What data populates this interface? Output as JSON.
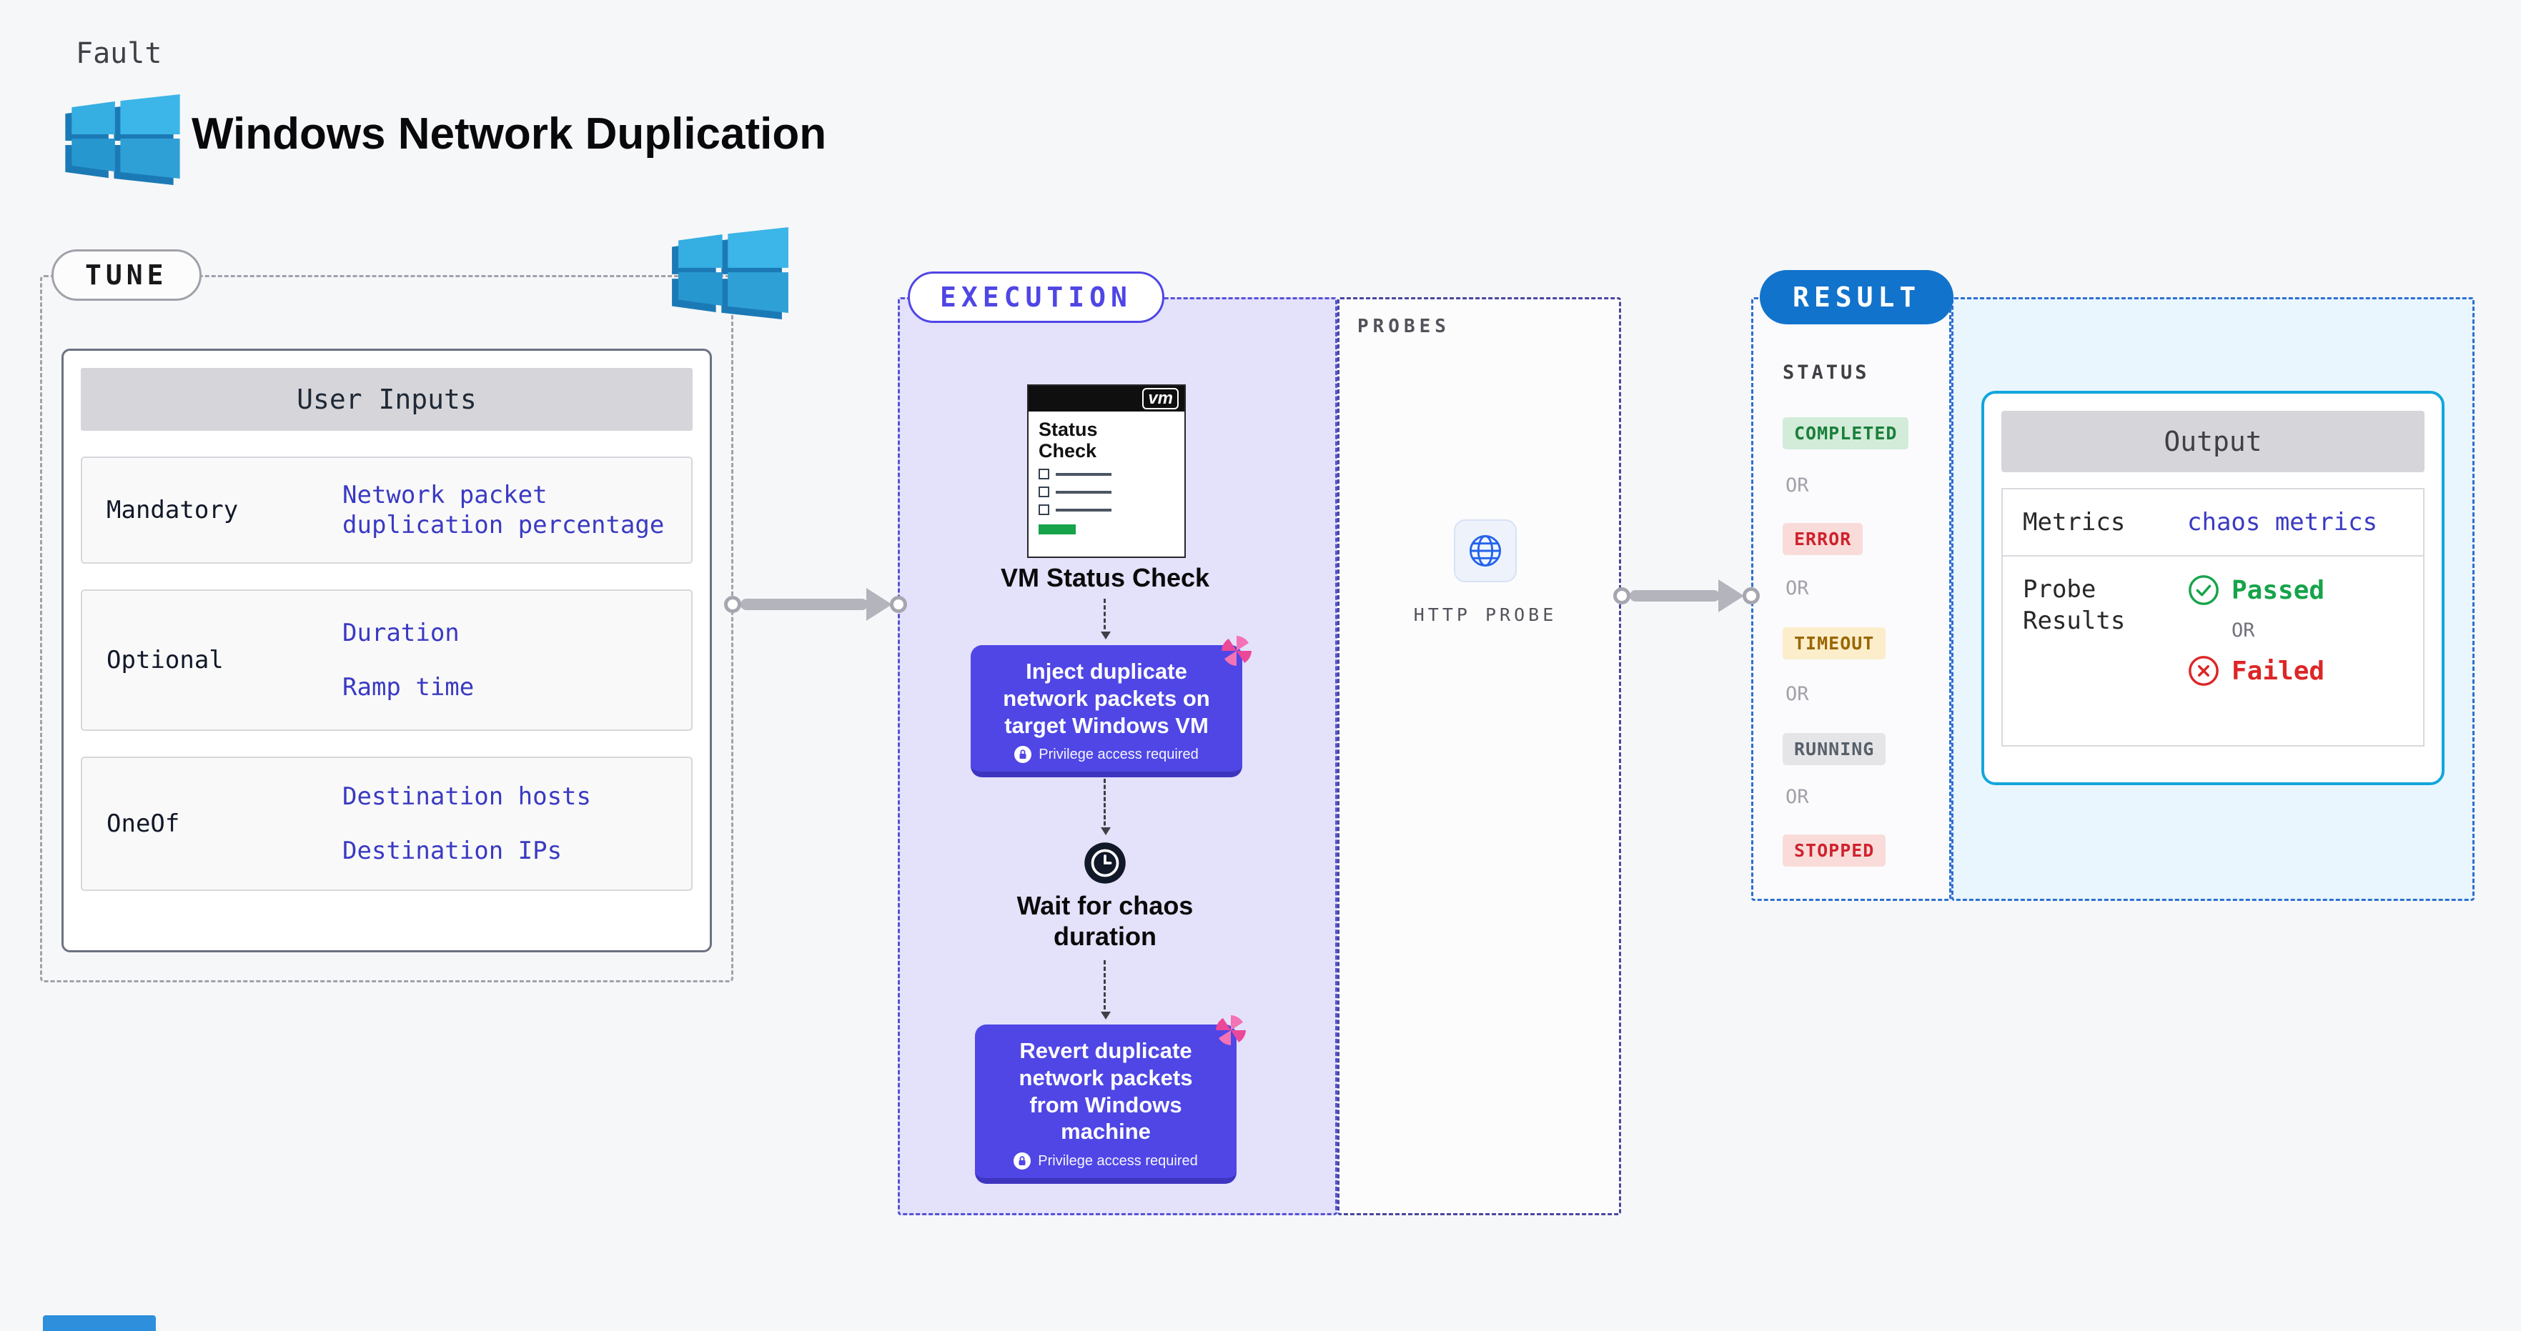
{
  "page": {
    "kicker": "Fault",
    "title": "Windows Network Duplication"
  },
  "tune": {
    "label": "TUNE",
    "table": {
      "header": "User Inputs",
      "rows": [
        {
          "label": "Mandatory",
          "values": [
            "Network packet duplication percentage"
          ]
        },
        {
          "label": "Optional",
          "values": [
            "Duration",
            "Ramp time"
          ]
        },
        {
          "label": "OneOf",
          "values": [
            "Destination hosts",
            "Destination IPs"
          ]
        }
      ]
    }
  },
  "execution": {
    "label": "EXECUTION",
    "probes_label": "PROBES",
    "vm_check": {
      "logo_text": "vm",
      "card_title": "Status Check",
      "caption": "VM Status Check"
    },
    "steps": [
      {
        "text": "Inject duplicate network packets on target Windows VM",
        "note": "Privilege access required"
      },
      {
        "text": "Wait for chaos duration"
      },
      {
        "text": "Revert duplicate network packets from Windows machine",
        "note": "Privilege access required"
      }
    ],
    "probe": {
      "label": "HTTP PROBE"
    }
  },
  "result": {
    "label": "RESULT",
    "status_heading": "STATUS",
    "or_label": "OR",
    "statuses": [
      {
        "text": "COMPLETED",
        "type": "success"
      },
      {
        "text": "ERROR",
        "type": "error"
      },
      {
        "text": "TIMEOUT",
        "type": "warning"
      },
      {
        "text": "RUNNING",
        "type": "neutral"
      },
      {
        "text": "STOPPED",
        "type": "error"
      }
    ],
    "output": {
      "header": "Output",
      "metrics_label": "Metrics",
      "metrics_value": "chaos metrics",
      "probe_results_label": "Probe Results",
      "passed_label": "Passed",
      "failed_label": "Failed"
    }
  },
  "colors": {
    "accent_indigo": "#4f46e5",
    "accent_blue": "#1173cb",
    "accent_cyan": "#12a6dc",
    "link": "#3a3ac2",
    "success": "#16a34a",
    "error": "#cf222e",
    "warning": "#9a6700",
    "pink": "#ec4899",
    "windows_blue": "#2fa7de"
  }
}
